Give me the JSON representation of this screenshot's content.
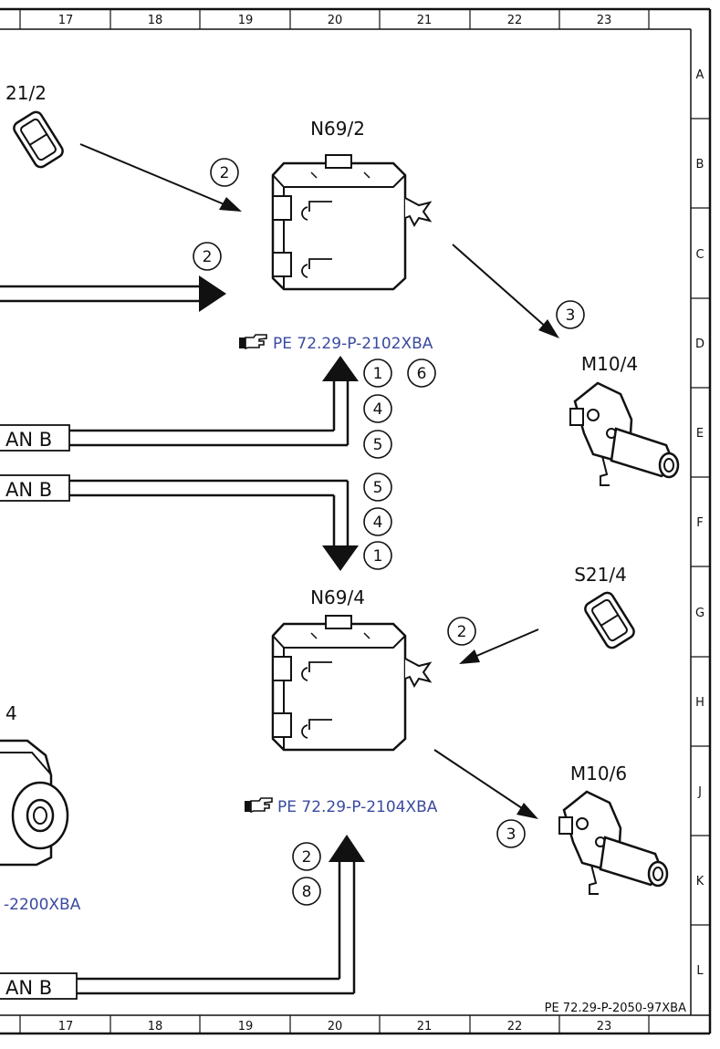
{
  "grid": {
    "columns": [
      "17",
      "18",
      "19",
      "20",
      "21",
      "22",
      "23"
    ],
    "rows": [
      "A",
      "B",
      "C",
      "D",
      "E",
      "F",
      "G",
      "H",
      "J",
      "K",
      "L"
    ]
  },
  "labels": {
    "s21_2_partial": "21/2",
    "n69_2": "N69/2",
    "m10_4": "M10/4",
    "n69_4": "N69/4",
    "s21_4": "S21/4",
    "m10_6": "M10/6",
    "partial_4": "4"
  },
  "references": {
    "n69_2_ref": "PE 72.29-P-2102XBA",
    "n69_4_ref": "PE 72.29-P-2104XBA",
    "left_partial_ref": "-2200XBA"
  },
  "can_boxes": {
    "top": "AN B",
    "middle": "AN B",
    "bottom": "AN B"
  },
  "circled": {
    "c_s21_2": "2",
    "c_left_arrow": "2",
    "c_to_m10_4": "3",
    "c_up_1": "1",
    "c_up_6": "6",
    "c_up_4": "4",
    "c_up_5": "5",
    "c_dn_5": "5",
    "c_dn_4": "4",
    "c_dn_1": "1",
    "c_s21_4": "2",
    "c_to_m10_6": "3",
    "c_bot_2": "2",
    "c_bot_8": "8"
  },
  "footer": {
    "doc_id": "PE 72.29-P-2050-97XBA"
  },
  "icons": {
    "reference_pointer": "pointing-hand-icon"
  }
}
